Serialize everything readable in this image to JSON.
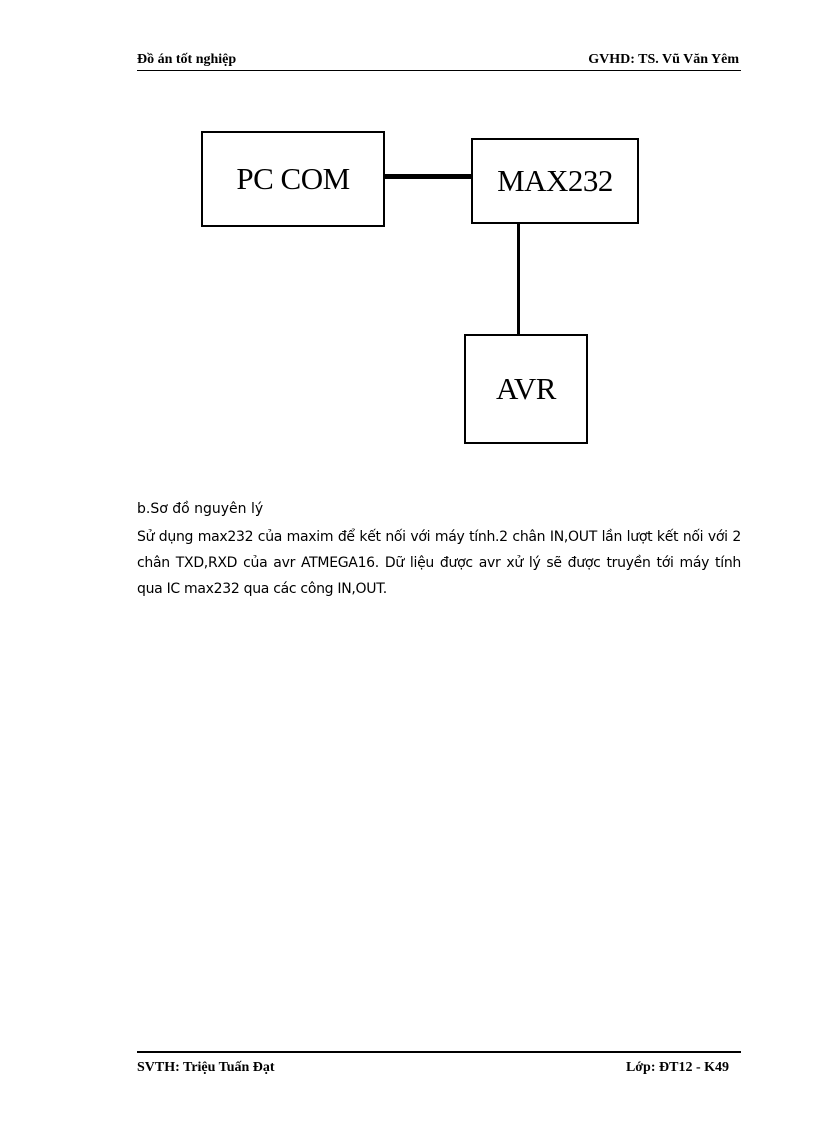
{
  "header": {
    "left": "Đồ án tốt nghiệp",
    "right": "GVHD: TS. Vũ Văn Yêm"
  },
  "diagram": {
    "boxes": {
      "pc_com": "PC COM",
      "max232": "MAX232",
      "avr": "AVR"
    }
  },
  "content": {
    "subheading": "b.Sơ đồ nguyên lý",
    "paragraph": "Sử dụng max232 của maxim để kết nối với máy tính.2 chân IN,OUT lần lượt kết nối với 2 chân TXD,RXD của avr ATMEGA16. Dữ liệu được avr xử lý sẽ được truyền tới máy tính qua IC max232 qua các công IN,OUT."
  },
  "footer": {
    "left": "SVTH: Triệu Tuấn Đạt",
    "right": "Lớp: ĐT12 - K49"
  }
}
